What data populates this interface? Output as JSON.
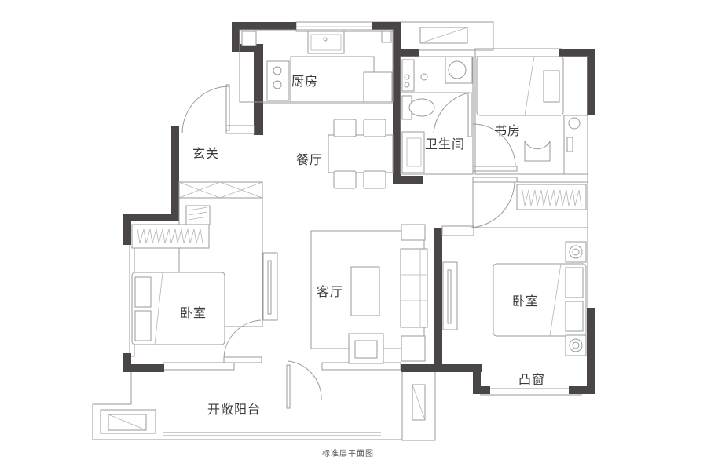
{
  "plan": {
    "caption": "标准层平面图",
    "rooms": {
      "kitchen": "厨房",
      "entrance": "玄关",
      "dining": "餐厅",
      "bathroom": "卫生间",
      "study": "书房",
      "living": "客厅",
      "bedroom_west": "卧室",
      "bedroom_east": "卧室",
      "bay_window": "凸窗",
      "balcony": "开敞阳台"
    },
    "colors": {
      "wall": "#4a4646",
      "line": "#9a9a9a",
      "background": "#ffffff",
      "text": "#3a3a3a"
    }
  }
}
